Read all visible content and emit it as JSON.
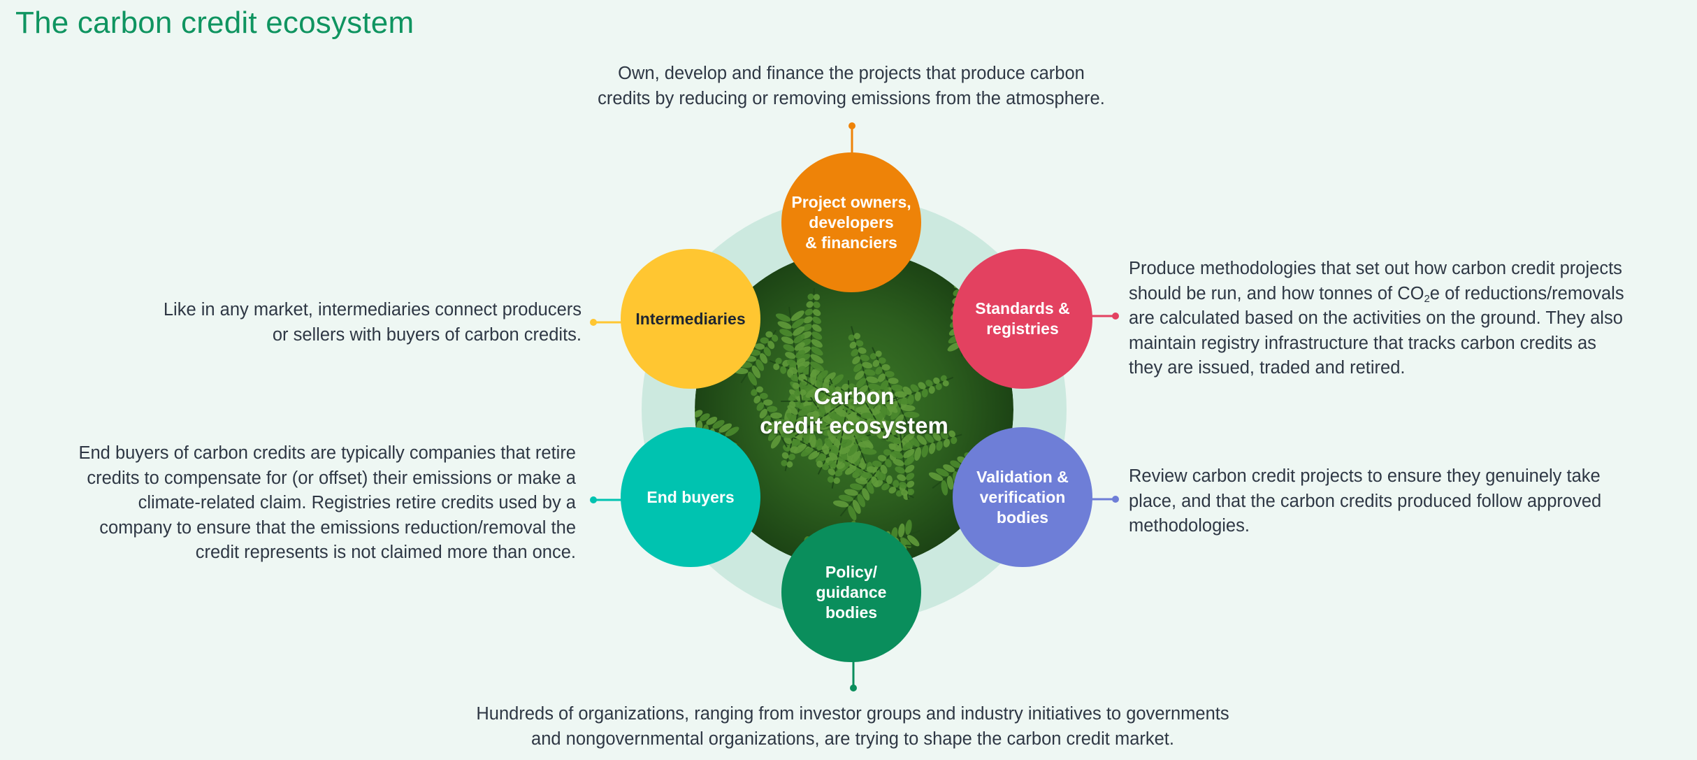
{
  "title": "The carbon credit ecosystem",
  "center": {
    "line1": "Carbon",
    "line2": "credit ecosystem"
  },
  "nodes": {
    "project": {
      "lines": [
        "Project owners,",
        "developers",
        "& financiers"
      ],
      "color": "#ee8308"
    },
    "standards": {
      "lines": [
        "Standards &",
        "registries"
      ],
      "color": "#e34160"
    },
    "validation": {
      "lines": [
        "Validation &",
        "verification",
        "bodies"
      ],
      "color": "#6e7ed7"
    },
    "policy": {
      "lines": [
        "Policy/",
        "guidance",
        "bodies"
      ],
      "color": "#0a8e5c"
    },
    "endbuyers": {
      "lines": [
        "End buyers"
      ],
      "color": "#00c3b0"
    },
    "intermediaries": {
      "lines": [
        "Intermediaries"
      ],
      "color": "#ffc631"
    }
  },
  "descriptions": {
    "project": [
      "Own, develop and finance the projects that produce carbon",
      "credits by reducing or removing emissions from the atmosphere."
    ],
    "standards": {
      "line1": "Produce methodologies that set out how carbon credit projects",
      "line2_pre": "should be run, and how tonnes of CO",
      "line2_sub": "2",
      "line2_post": "e of reductions/removals",
      "line3": "are calculated based on the activities on the ground. They also",
      "line4": "maintain registry infrastructure that tracks carbon credits as",
      "line5": "they are issued, traded and retired."
    },
    "intermediaries": [
      "Like in any market, intermediaries connect producers",
      "or sellers with buyers of carbon credits."
    ],
    "endbuyers": [
      "End buyers of carbon credits are typically companies that retire",
      "credits to compensate for (or offset) their emissions or make a",
      "climate-related claim. Registries retire credits used by a",
      "company to ensure that the emissions reduction/removal the",
      "credit represents is not claimed more than once."
    ],
    "validation": [
      "Review carbon credit projects to ensure they genuinely take",
      "place, and that the carbon credits produced follow approved",
      "methodologies."
    ],
    "policy": [
      "Hundreds of organizations, ranging from investor groups and industry initiatives to governments",
      "and nongovernmental organizations, are trying to shape the carbon credit market."
    ]
  },
  "colors": {
    "background": "#eef7f3",
    "title": "#0f9460",
    "ring": "#cce9df",
    "foliage_dark": "#1f4a17",
    "foliage_light": "#5f9a3a"
  }
}
